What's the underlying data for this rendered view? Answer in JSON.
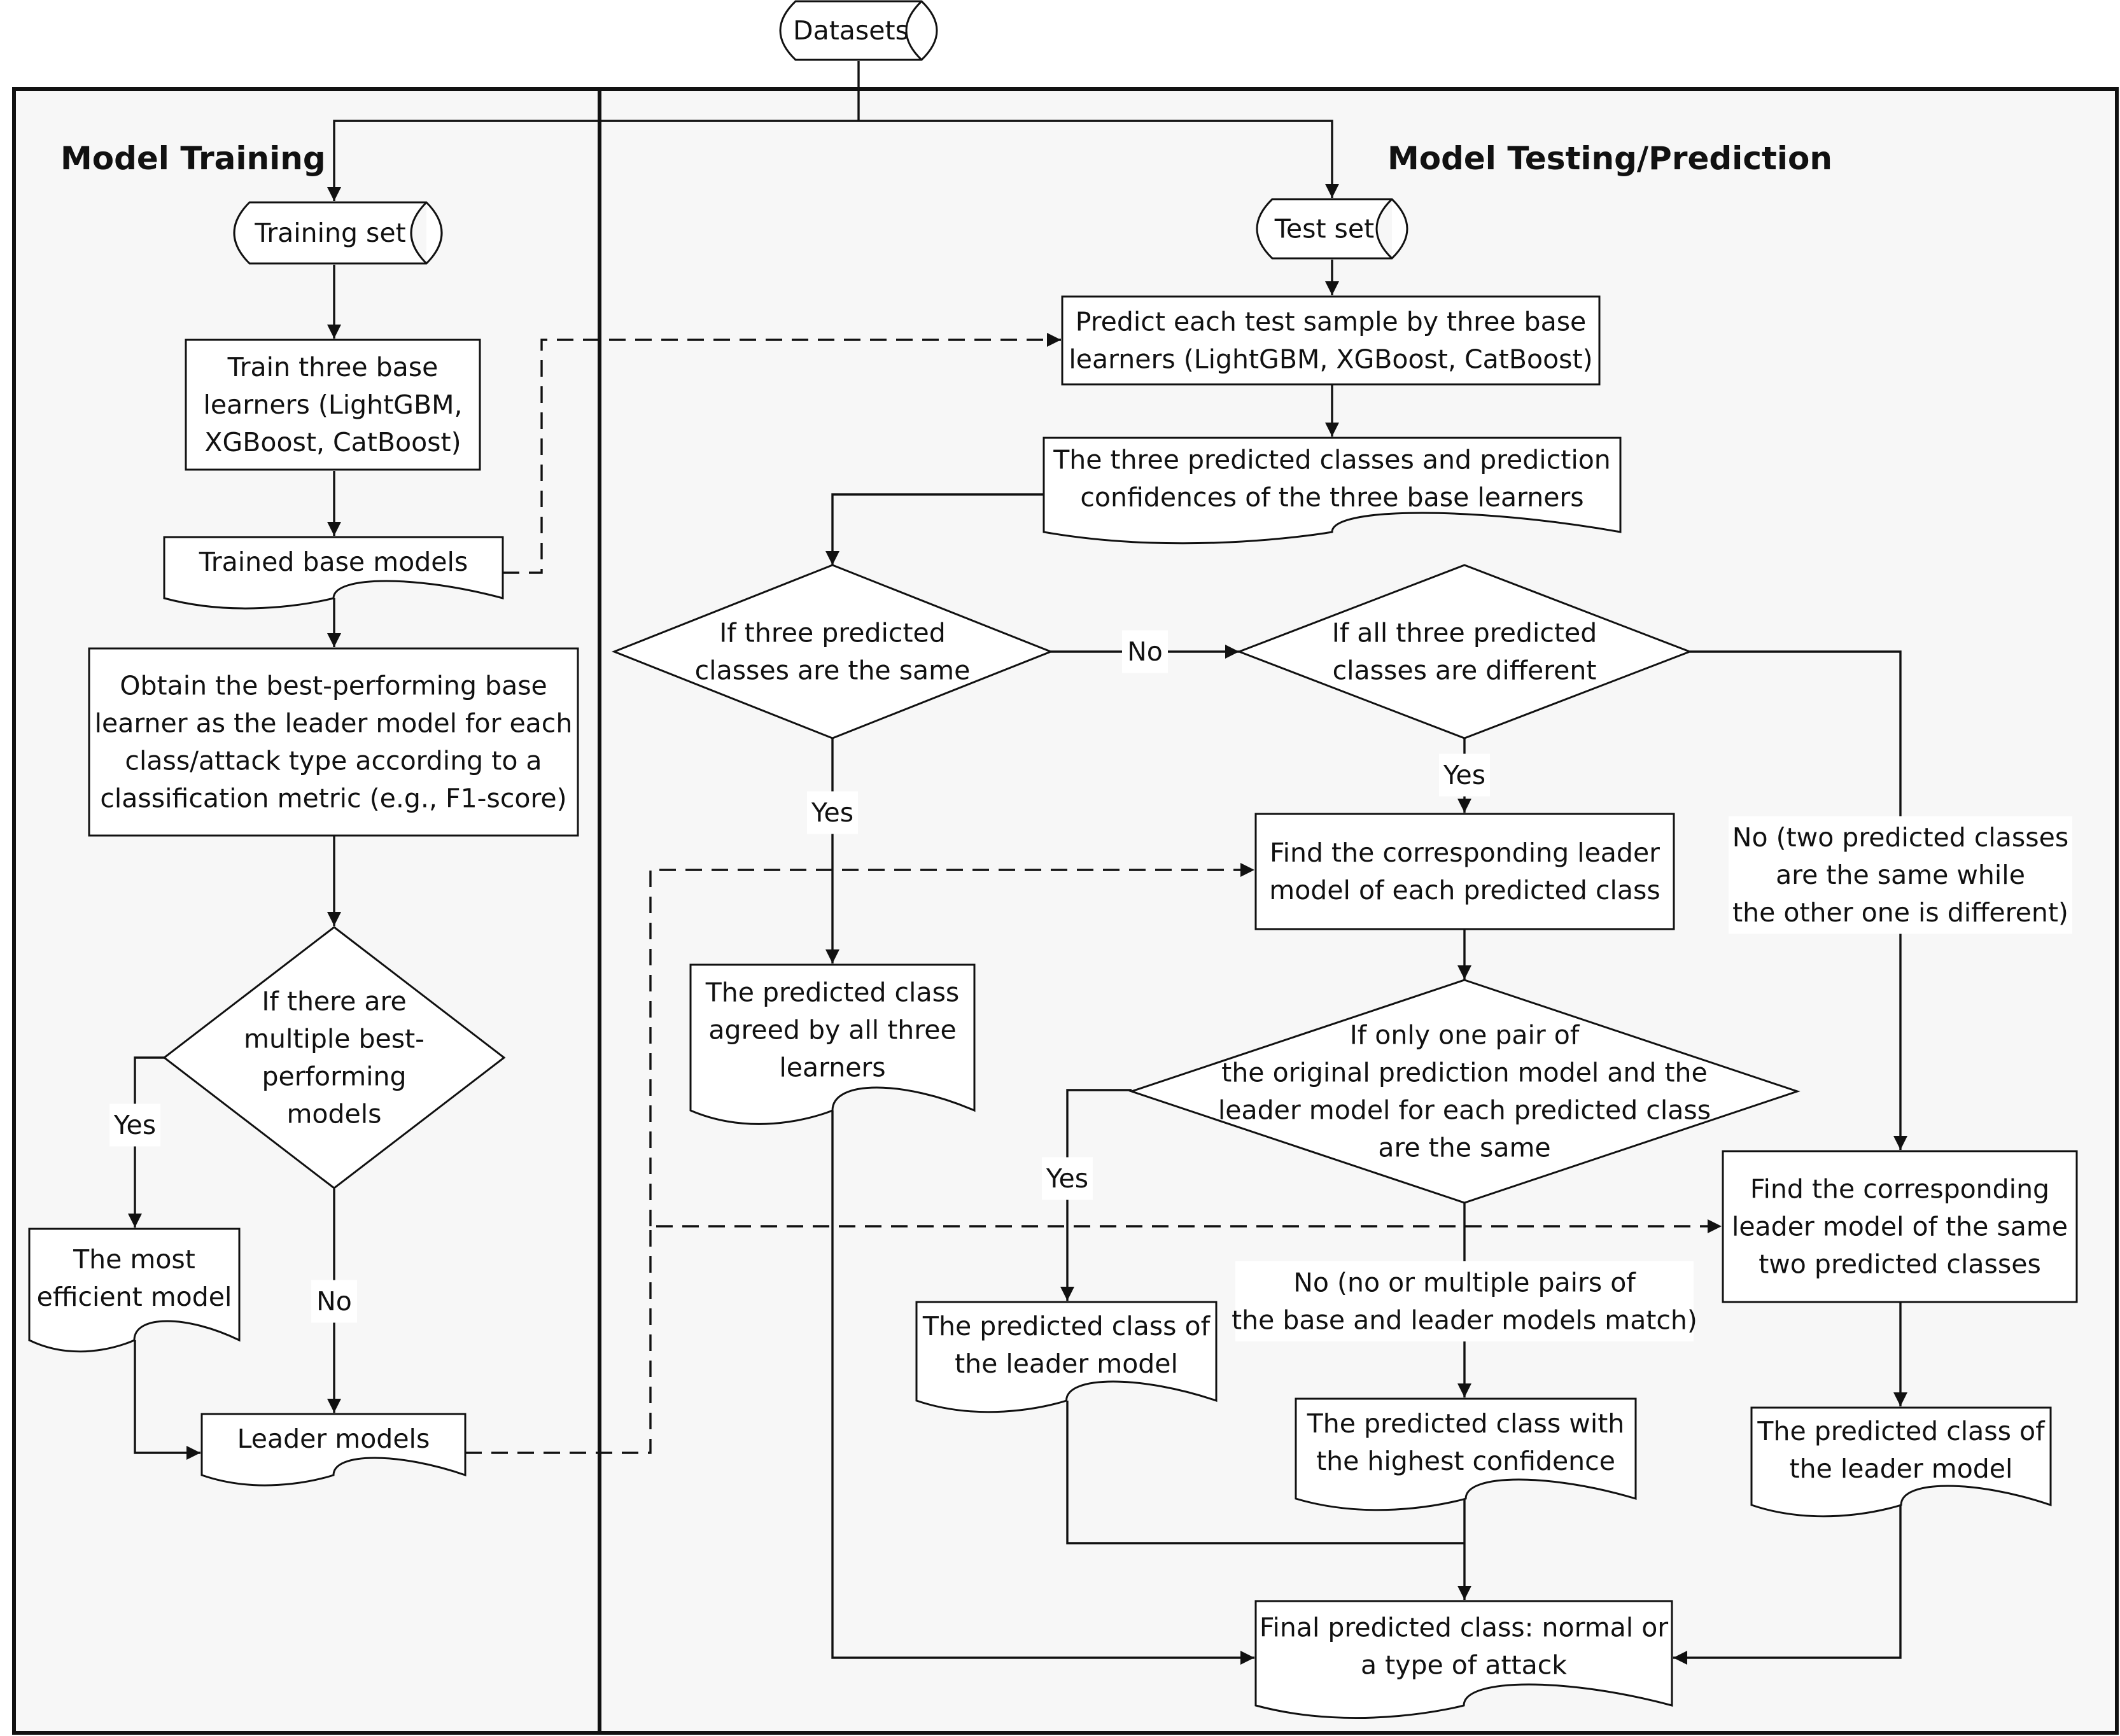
{
  "titles": {
    "training": "Model Training",
    "testing": "Model Testing/Prediction"
  },
  "nodes": {
    "datasets": [
      "Datasets"
    ],
    "training_set": [
      "Training set"
    ],
    "train_base": [
      "Train three base",
      "learners (LightGBM,",
      "XGBoost, CatBoost)"
    ],
    "trained_models": [
      "Trained base models"
    ],
    "obtain_leader": [
      "Obtain the best-performing base",
      "learner as the leader model for each",
      "class/attack type according to a",
      "classification metric (e.g., F1-score)"
    ],
    "multiple_best": [
      "If there are",
      "multiple best-",
      "performing",
      "models"
    ],
    "most_efficient": [
      "The most",
      "efficient model"
    ],
    "leader_models": [
      "Leader models"
    ],
    "test_set": [
      "Test set"
    ],
    "predict_test": [
      "Predict each test sample by three base",
      "learners (LightGBM, XGBoost, CatBoost)"
    ],
    "three_predicted": [
      "The three predicted classes and prediction",
      "confidences of the three base learners"
    ],
    "same_classes": [
      "If three predicted",
      "classes are the same"
    ],
    "different_classes": [
      "If all three predicted",
      "classes are different"
    ],
    "agreed_class": [
      "The predicted class",
      "agreed by all three",
      "learners"
    ],
    "find_leader_each": [
      "Find the corresponding leader",
      "model of each predicted class"
    ],
    "one_pair": [
      "If only one pair of",
      "the original prediction model and the",
      "leader model for each predicted class",
      "are the same"
    ],
    "leader_class_a": [
      "The predicted class of",
      "the leader model"
    ],
    "highest_conf": [
      "The predicted class with",
      "the highest confidence"
    ],
    "find_leader_two": [
      "Find the corresponding",
      "leader model of the same",
      "two predicted classes"
    ],
    "leader_class_b": [
      "The predicted class of",
      "the leader model"
    ],
    "final_class": [
      "Final predicted class: normal or",
      "a type of attack"
    ]
  },
  "edge_labels": {
    "yes_multiple": [
      "Yes"
    ],
    "no_multiple": [
      "No"
    ],
    "no_same": [
      "No"
    ],
    "yes_same": [
      "Yes"
    ],
    "yes_different": [
      "Yes"
    ],
    "no_different": [
      "No (two predicted classes",
      "are the same while",
      "the other one is different)"
    ],
    "yes_pair": [
      "Yes"
    ],
    "no_pair": [
      "No (no or multiple pairs of",
      "the base and leader models match)"
    ]
  }
}
